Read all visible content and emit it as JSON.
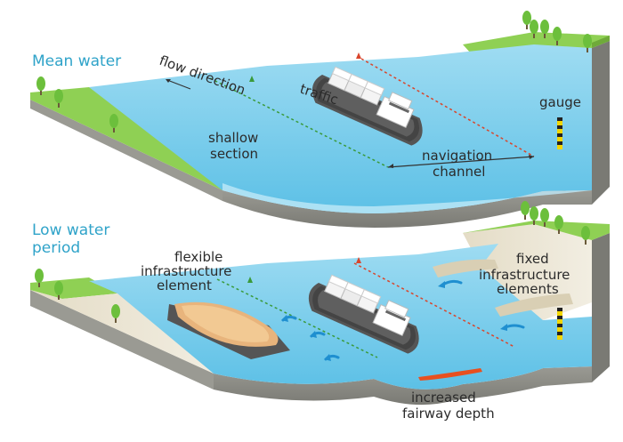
{
  "top_panel": {
    "title": "Mean water",
    "labels": {
      "flow": "flow direction",
      "traffic": "traffic",
      "shallow_1": "shallow",
      "shallow_2": "section",
      "nav_1": "navigation",
      "nav_2": "channel",
      "gauge": "gauge"
    }
  },
  "bottom_panel": {
    "title_1": "Low water",
    "title_2": "period",
    "labels": {
      "flex_1": "flexible",
      "flex_2": "infrastructure",
      "flex_3": "element",
      "fixed_1": "fixed",
      "fixed_2": "infrastructure",
      "fixed_3": "elements",
      "depth_1": "increased",
      "depth_2": "fairway depth"
    }
  },
  "colors": {
    "water": "#7fd0ec",
    "water_light": "#b9e6f6",
    "grass": "#7bc043",
    "soil": "#8a8a84",
    "soil_dark": "#6e6e69",
    "sand": "#e8e2cf",
    "marker_green": "#3a9a3a",
    "marker_red": "#d9452b",
    "depth_highlight": "#e8501f",
    "title": "#2fa3c9"
  }
}
